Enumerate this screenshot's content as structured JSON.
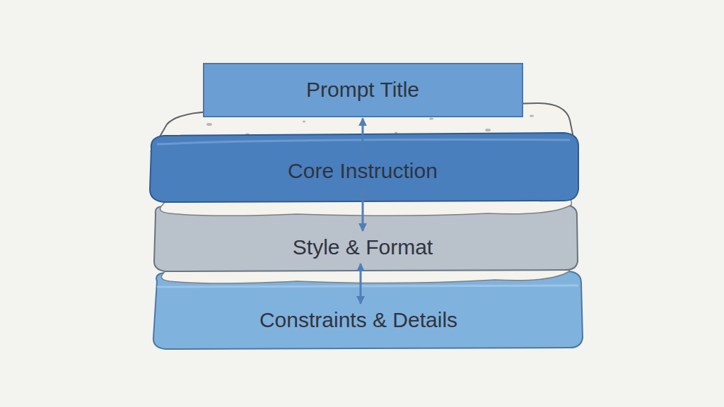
{
  "diagram": {
    "nodes": [
      {
        "text": [
          "Prompt Title"
        ]
      },
      {
        "text": [
          "Core Instruction"
        ]
      },
      {
        "text": [
          "Style & Format"
        ]
      },
      {
        "text": [
          "Constraints & Details"
        ]
      }
    ],
    "edges": [
      {
        "from": 0,
        "to": 1,
        "arrow": "both"
      },
      {
        "from": 1,
        "to": 2,
        "arrow": "both"
      },
      {
        "from": 2,
        "to": 3,
        "arrow": "both"
      }
    ]
  }
}
